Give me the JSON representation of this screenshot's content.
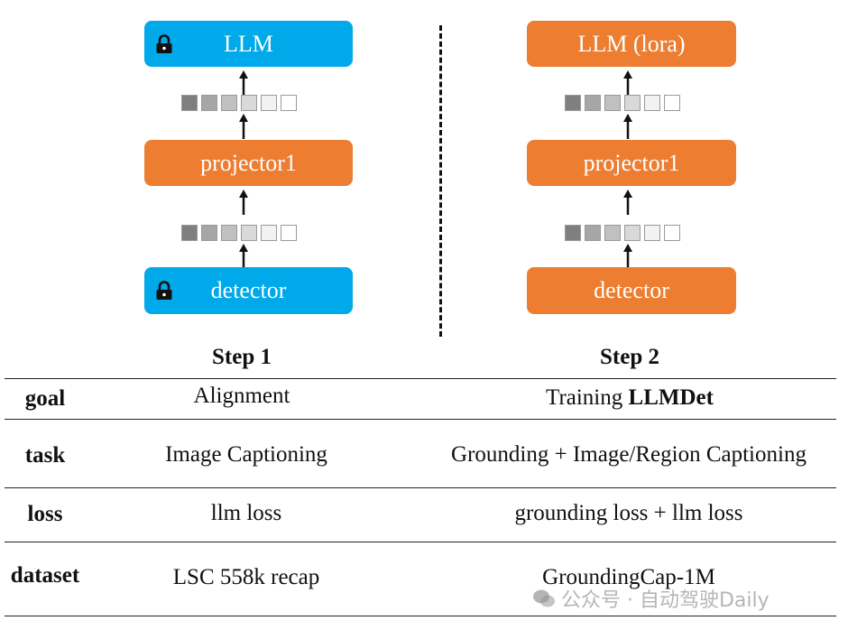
{
  "step1": {
    "title": "Step 1",
    "llm_label": "LLM",
    "projector_label": "projector1",
    "detector_label": "detector"
  },
  "step2": {
    "title": "Step 2",
    "llm_label": "LLM (lora)",
    "projector_label": "projector1",
    "detector_label": "detector"
  },
  "colors": {
    "frozen": "#00a9e9",
    "trainable": "#ed7d31"
  },
  "token_shades": [
    "#7f7f7f",
    "#a6a6a6",
    "#c0c0c0",
    "#d9d9d9",
    "#f2f2f2",
    "#ffffff"
  ],
  "table": {
    "rows": [
      {
        "label": "goal",
        "step1": "Alignment",
        "step2_prefix": "Training ",
        "step2_bold": "LLMDet"
      },
      {
        "label": "task",
        "step1": "Image Captioning",
        "step2": "Grounding + Image/Region Captioning"
      },
      {
        "label": "loss",
        "step1": "llm loss",
        "step2": "grounding loss + llm loss"
      },
      {
        "label": "dataset",
        "step1": "LSC 558k recap",
        "step2": "GroundingCap-1M"
      }
    ]
  },
  "watermark": "公众号 · 自动驾驶Daily"
}
